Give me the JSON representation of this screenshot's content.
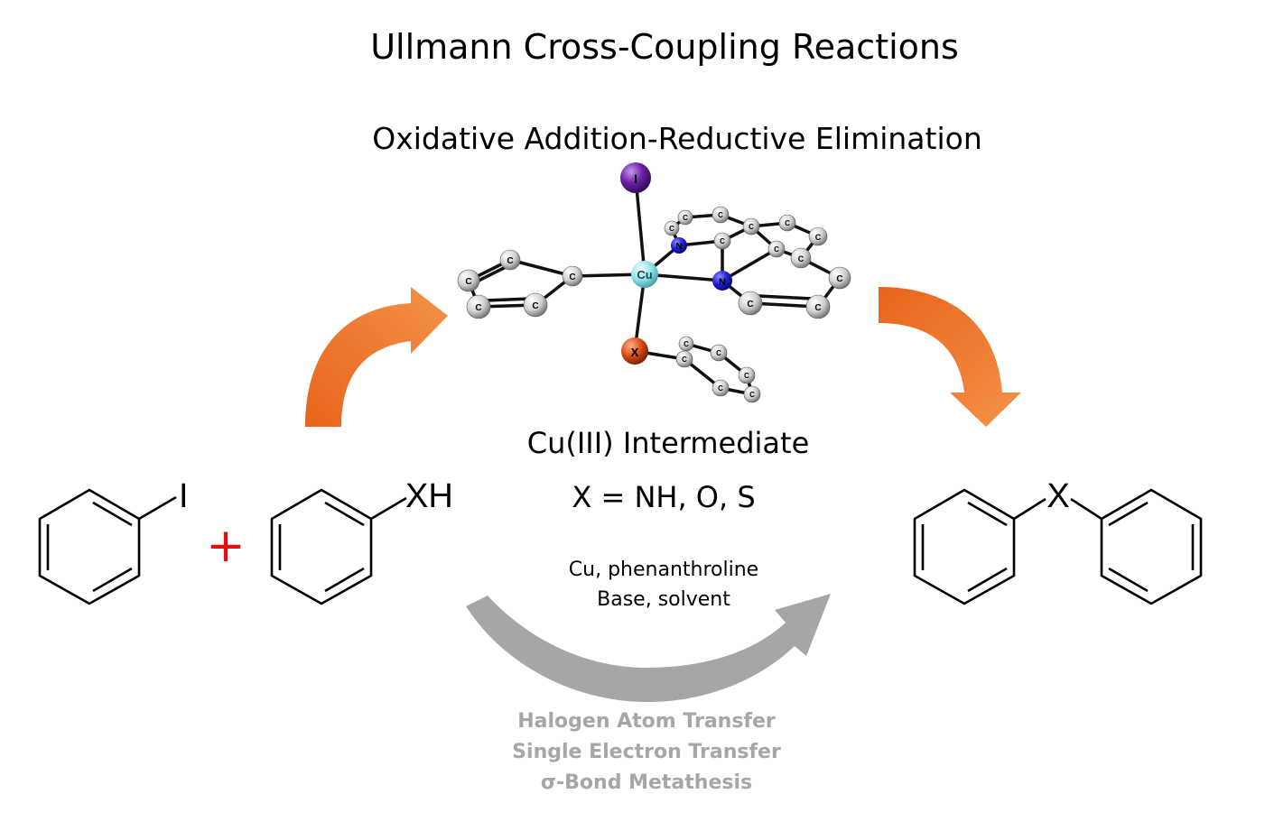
{
  "title": "Ullmann Cross-Coupling Reactions",
  "subtitle": "Oxidative Addition-Reductive Elimination",
  "intermediate": {
    "label": "Cu(III) Intermediate",
    "x_definition": "X = NH, O, S",
    "atoms": {
      "metal": "Cu",
      "halogen": "I",
      "heteroatom": "X",
      "nitrogen": "N",
      "carbon": "C"
    }
  },
  "reactants": {
    "aryl_halide_sub": "I",
    "nucleophile_sub": "XH",
    "plus_sign": "+"
  },
  "product": {
    "linker": "X"
  },
  "conditions": {
    "line1": "Cu, phenanthroline",
    "line2": "Base, solvent"
  },
  "alternative_mechanisms": [
    "Halogen Atom Transfer",
    "Single Electron Transfer",
    "σ-Bond Metathesis"
  ],
  "colors": {
    "arrow_orange": "#ec7125",
    "arrow_gray": "#a6a6a6",
    "plus_red": "#e01010",
    "iodine_purple": "#6a1fa6",
    "copper_cyan": "#8fe0e6",
    "nitrogen_blue": "#1c1cd6",
    "heteroatom_orange": "#d9480f",
    "carbon_gray": "#c8c8c8"
  }
}
